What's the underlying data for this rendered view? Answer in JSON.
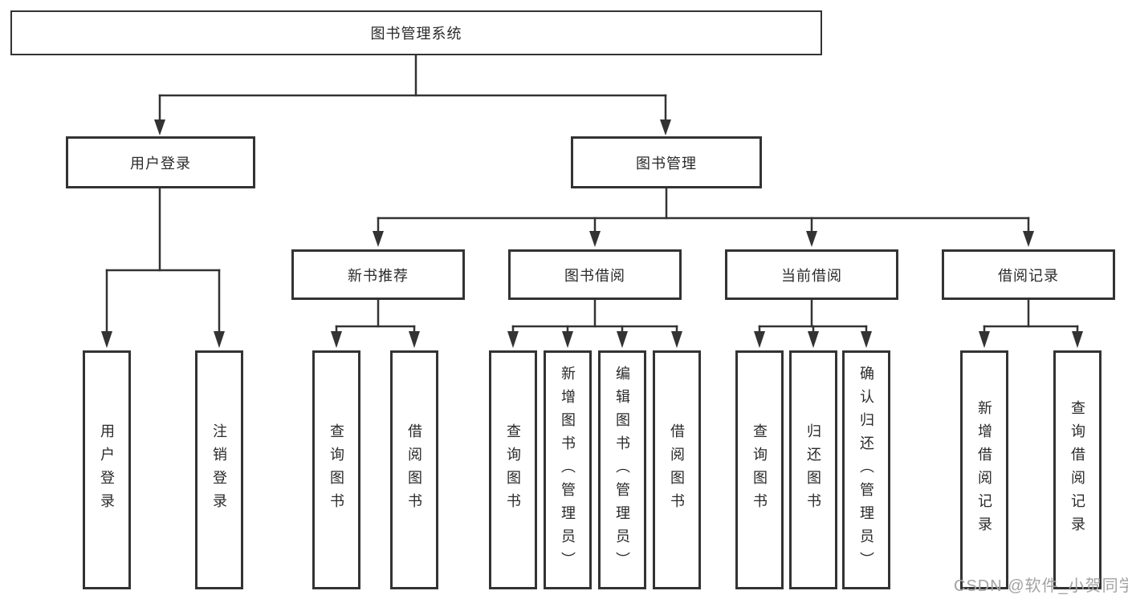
{
  "diagram_title": "图书管理系统",
  "nodes": {
    "root": "图书管理系统",
    "user_login": "用户登录",
    "book_mgmt": "图书管理",
    "new_book_rec": "新书推荐",
    "book_borrow": "图书借阅",
    "current_borrow": "当前借阅",
    "borrow_records": "借阅记录",
    "ul_user_login": "用户登录",
    "ul_logout": "注销登录",
    "nb_query_books": "查询图书",
    "nb_borrow_books": "借阅图书",
    "bb_query_books": "查询图书",
    "bb_add_books": "新增图书（管理员）",
    "bb_edit_books": "编辑图书（管理员）",
    "bb_borrow_books": "借阅图书",
    "cb_query_books": "查询图书",
    "cb_return_books": "归还图书",
    "cb_confirm_return": "确认归还（管理员）",
    "br_add_record": "新增借阅记录",
    "br_query_record": "查询借阅记录"
  },
  "edges": [
    {
      "from": "图书管理系统",
      "to": [
        "用户登录",
        "图书管理"
      ]
    },
    {
      "from": "用户登录",
      "to": [
        "用户登录",
        "注销登录"
      ]
    },
    {
      "from": "图书管理",
      "to": [
        "新书推荐",
        "图书借阅",
        "当前借阅",
        "借阅记录"
      ]
    },
    {
      "from": "新书推荐",
      "to": [
        "查询图书",
        "借阅图书"
      ]
    },
    {
      "from": "图书借阅",
      "to": [
        "查询图书",
        "新增图书（管理员）",
        "编辑图书（管理员）",
        "借阅图书"
      ]
    },
    {
      "from": "当前借阅",
      "to": [
        "查询图书",
        "归还图书",
        "确认归还（管理员）"
      ]
    },
    {
      "from": "借阅记录",
      "to": [
        "新增借阅记录",
        "查询借阅记录"
      ]
    }
  ],
  "watermark": "CSDN @软件_小贺同学",
  "colors": {
    "line": "#333333",
    "text": "#2a2a2a",
    "background": "#ffffff",
    "watermark": "#a3a3a3"
  }
}
